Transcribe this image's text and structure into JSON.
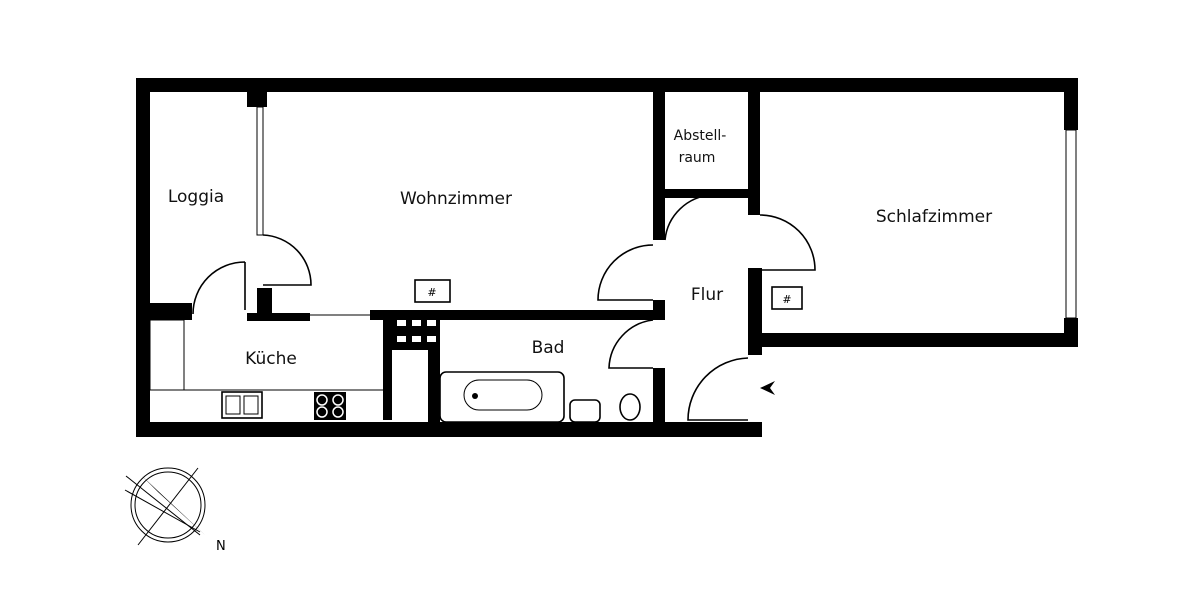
{
  "rooms": {
    "loggia": "Loggia",
    "wohnzimmer": "Wohnzimmer",
    "abstellraum_line1": "Abstell-",
    "abstellraum_line2": "raum",
    "schlafzimmer": "Schlafzimmer",
    "flur": "Flur",
    "kueche": "Küche",
    "bad": "Bad"
  },
  "compass": {
    "north_label": "N"
  },
  "colors": {
    "wall": "#000000",
    "background": "#ffffff"
  }
}
